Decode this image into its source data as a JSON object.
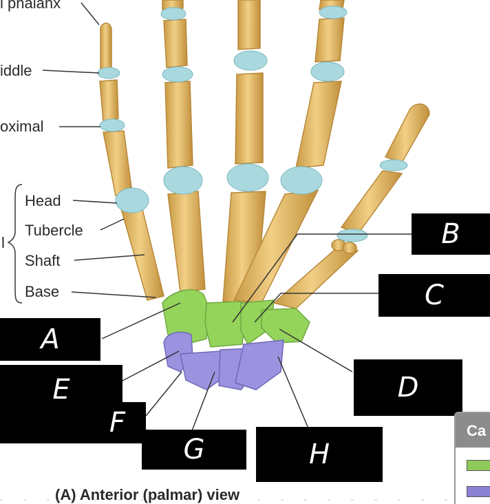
{
  "labels": {
    "distal_phalanx": "l phalanx",
    "middle": "iddle",
    "proximal": "oximal",
    "head": "Head",
    "tubercle": "Tubercle",
    "shaft": "Shaft",
    "base": "Base",
    "metacarpal_fragment": "l"
  },
  "answer_boxes": [
    "A",
    "B",
    "C",
    "D",
    "E",
    "F",
    "G",
    "H"
  ],
  "caption": "(A) Anterior (palmar) view",
  "legend": {
    "title": "Ca",
    "items": [
      {
        "color": "#8fc95a"
      },
      {
        "color": "#8c80d4"
      }
    ]
  },
  "colors": {
    "bone": "#e8c270",
    "bone_edge": "#b8893a",
    "cartilage": "#a9d9df",
    "distal_carpals": "#94d45a",
    "proximal_carpals": "#9b93e0"
  }
}
